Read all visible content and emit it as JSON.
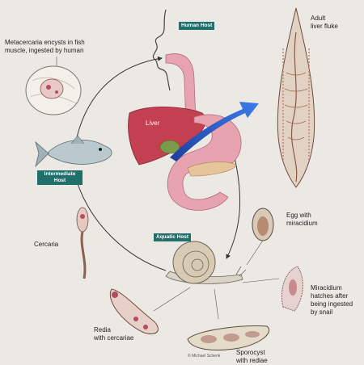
{
  "labels": {
    "metacercaria": "Metacercaria encysts in fish\nmuscle, ingested by human",
    "adult_fluke": "Adult\nliver fluke",
    "liver": "Liver",
    "cercaria": "Cercaria",
    "egg": "Egg with\nmiracidium",
    "miracidium": "Miracidium\nhatches after\nbeing ingested\nby snail",
    "redia": "Redia\nwith cercariae",
    "sporocyst": "Sporocyst\nwith rediae",
    "credit": "© Michael Schenk"
  },
  "hosts": {
    "human": "Human Host",
    "intermediate": "Intermediate\nHost",
    "aquatic": "Aquatic Host"
  },
  "colors": {
    "host_tag": "#1f6f6b",
    "liver": "#c2404f",
    "stomach": "#e8a3b0",
    "bile_arrow": "#2a55c9",
    "background": "#ece9e4"
  }
}
